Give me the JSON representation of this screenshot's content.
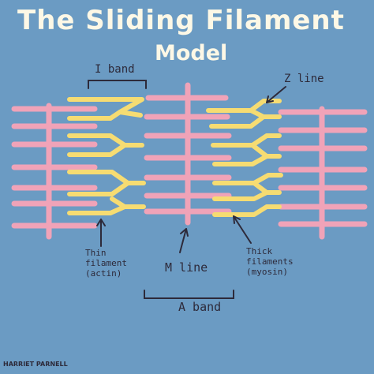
{
  "title_line1": "The Sliding Filament",
  "title_line2": "Model",
  "labels": {
    "i_band": "I band",
    "z_line": "Z line",
    "thin_filament": "Thin\nfilament\n(actin)",
    "m_line": "M line",
    "thick_filaments": "Thick\nfilaments\n(myosin)",
    "a_band": "A  band"
  },
  "credit": "HARRIET PARNELL",
  "colors": {
    "background": "#6b9bc3",
    "thin_filament": "#f0a3b8",
    "thick_filament": "#f6dc72",
    "ink": "#2d2a3a",
    "title": "#fdf8e6"
  }
}
